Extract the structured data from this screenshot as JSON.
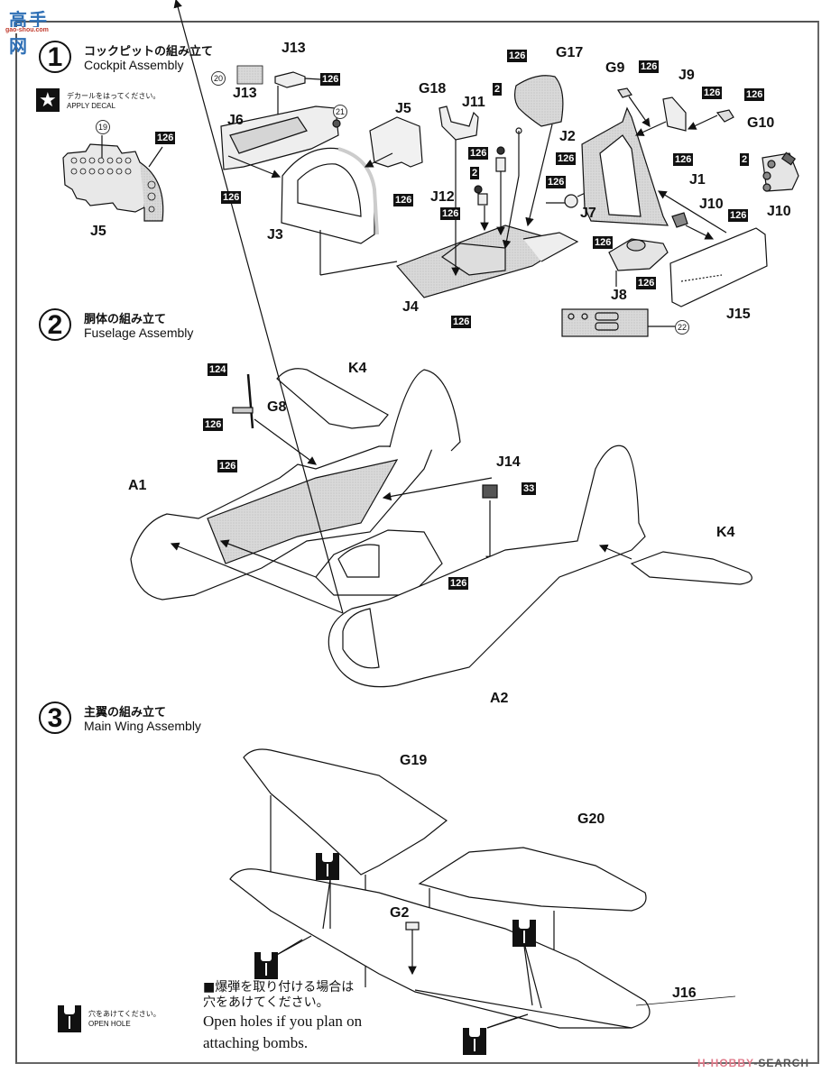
{
  "watermark": {
    "title": "高手网",
    "subtitle": "gao-shou.com"
  },
  "steps": [
    {
      "number": "1",
      "title_jp": "コックピットの組み立て",
      "title_en": "Cockpit Assembly"
    },
    {
      "number": "2",
      "title_jp": "胴体の組み立て",
      "title_en": "Fuselage Assembly"
    },
    {
      "number": "3",
      "title_jp": "主翼の組み立て",
      "title_en": "Main Wing Assembly"
    }
  ],
  "legends": {
    "decal": {
      "icon": "star-icon",
      "text_jp": "デカールをはってください。",
      "text_en": "APPLY DECAL"
    },
    "open_hole": {
      "icon": "drill-icon",
      "text_jp": "穴をあけてください。",
      "text_en": "OPEN HOLE"
    }
  },
  "part_labels": {
    "J13a": "J13",
    "J13b": "J13",
    "J6": "J6",
    "J5a": "J5",
    "J5b": "J5",
    "J3": "J3",
    "J4": "J4",
    "G18": "G18",
    "J11": "J11",
    "G17": "G17",
    "J2": "J2",
    "J12": "J12",
    "J7": "J7",
    "G9": "G9",
    "J9": "J9",
    "G10": "G10",
    "J1": "J1",
    "J10a": "J10",
    "J10b": "J10",
    "J8": "J8",
    "J15": "J15",
    "K4a": "K4",
    "G8": "G8",
    "A1": "A1",
    "J14": "J14",
    "K4b": "K4",
    "A2": "A2",
    "G19": "G19",
    "G20": "G20",
    "G2": "G2",
    "J16": "J16"
  },
  "paint_codes": {
    "c126": "126",
    "c2": "2",
    "c124": "124",
    "c33": "33"
  },
  "decal_numbers": {
    "d19": "19",
    "d20": "20",
    "d21": "21",
    "d22": "22"
  },
  "note": {
    "line1_jp": "■爆弾を取り付ける場合は",
    "line2_jp": "穴をあけてください。",
    "line1_en": "Open holes if you plan on",
    "line2_en": "attaching bombs."
  },
  "footer": {
    "brand_left": "H-HOBBY",
    "brand_right": "-SEARCH"
  }
}
